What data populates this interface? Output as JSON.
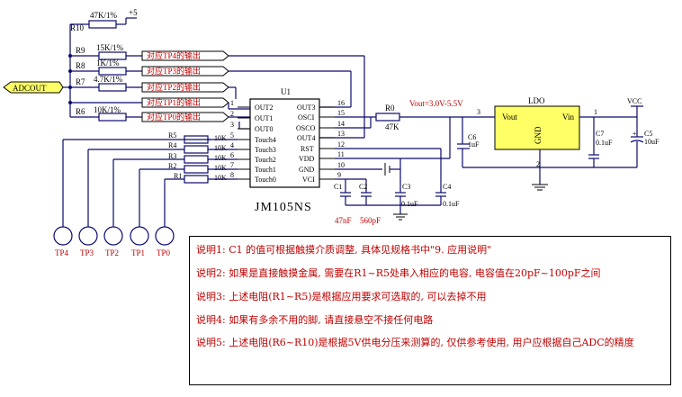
{
  "chip": {
    "name": "JM105NS",
    "ref": "U1"
  },
  "left_pins": [
    {
      "num": "1",
      "name": "OUT2"
    },
    {
      "num": "2",
      "name": "OUT1"
    },
    {
      "num": "3",
      "name": "OUT0"
    },
    {
      "num": "5",
      "name": "Touch4"
    },
    {
      "num": "4",
      "name": "Touch3"
    },
    {
      "num": "6",
      "name": "Touch2"
    },
    {
      "num": "7",
      "name": "Touch1"
    },
    {
      "num": "8",
      "name": "Touch0"
    }
  ],
  "right_pins": [
    {
      "num": "16",
      "name": "OUT3"
    },
    {
      "num": "15",
      "name": "OSCI"
    },
    {
      "num": "14",
      "name": "OSCO"
    },
    {
      "num": "13",
      "name": "OUT4"
    },
    {
      "num": "12",
      "name": "RST"
    },
    {
      "num": "11",
      "name": "VDD"
    },
    {
      "num": "10",
      "name": "GND"
    },
    {
      "num": "9",
      "name": "VCI"
    }
  ],
  "divider": {
    "top": {
      "ref": "R10",
      "value": "47K/1%",
      "supply": "+5"
    },
    "rows": [
      {
        "ref": "R9",
        "value": "15K/1%",
        "port": "对应TP4的输出"
      },
      {
        "ref": "R8",
        "value": "1K/1%",
        "port": "对应TP3的输出"
      },
      {
        "ref": "R7",
        "value": "4.7K/1%",
        "port": "对应TP2的输出"
      },
      {
        "ref": "",
        "value": "",
        "port": "对应TP1的输出"
      },
      {
        "ref": "R6",
        "value": "10K/1%",
        "port": "对应TP0的输出"
      }
    ]
  },
  "adc_label": "ADCOUT",
  "touch_res": [
    {
      "ref": "R5",
      "value": "10K"
    },
    {
      "ref": "R4",
      "value": "10K"
    },
    {
      "ref": "R3",
      "value": "10K"
    },
    {
      "ref": "R2",
      "value": "10K"
    },
    {
      "ref": "R1",
      "value": "10K"
    }
  ],
  "touch_pads": [
    "TP4",
    "TP3",
    "TP2",
    "TP1",
    "TP0"
  ],
  "r0": {
    "ref": "R0",
    "value": "47K"
  },
  "vout_label": "Vout=3.0V-5.5V",
  "caps": {
    "c1": {
      "ref": "C1",
      "value": "47nF"
    },
    "c2": {
      "ref": "C2",
      "value": "560pF"
    },
    "c3": {
      "ref": "C3",
      "value": "0.1uF"
    },
    "c4": {
      "ref": "C4",
      "value": "0.1uF"
    },
    "c6": {
      "ref": "C6",
      "value": "1uF"
    },
    "c7": {
      "ref": "C7",
      "value": "0.1uF"
    },
    "c5": {
      "ref": "C5",
      "value": "10uF"
    }
  },
  "ldo": {
    "title": "LDO",
    "vout": "Vout",
    "vin": "Vin",
    "gnd": "GND",
    "pin3": "3",
    "pin1": "1",
    "pin2": "2"
  },
  "vcc": "VCC",
  "notes": [
    "说明1:  C1 的值可根据触摸介质调整, 具体见规格书中\"9. 应用说明\"",
    "说明2:  如果是直接触摸金属, 需要在R1~R5处串入相应的电容, 电容值在20pF~100pF之间",
    "说明3: 上述电阻(R1~R5)是根据应用要求可选取的, 可以去掉不用",
    "说明4:  如果有多余不用的脚, 请直接悬空不接任何电路",
    "说明5: 上述电阻(R6~R10)是根据5V供电分压来测算的, 仅供参考使用, 用户应根据自己ADC的精度"
  ]
}
